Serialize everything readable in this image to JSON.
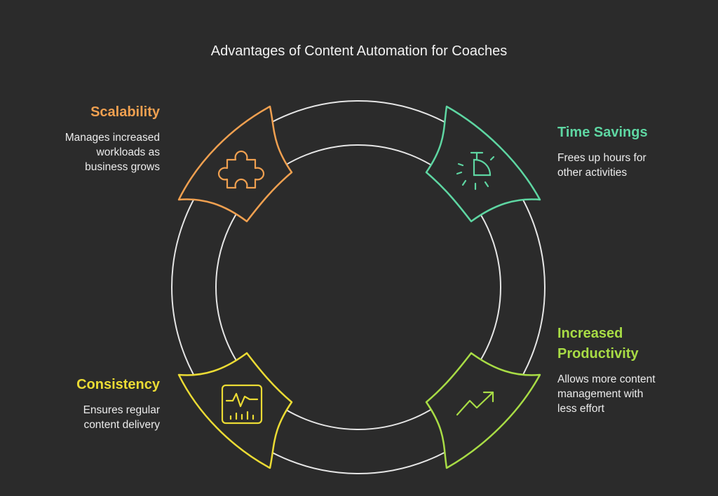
{
  "title": "Advantages of Content Automation for Coaches",
  "colors": {
    "background": "#2b2b2b",
    "ring": "#e6e6e6",
    "scalability": "#f0a050",
    "time_savings": "#5ed6a2",
    "productivity": "#a8dc45",
    "consistency": "#ebdb34"
  },
  "items": {
    "scalability": {
      "title": "Scalability",
      "desc": [
        "Manages increased",
        "workloads as",
        "business grows"
      ],
      "icon": "puzzle-piece-icon"
    },
    "time_savings": {
      "title": "Time Savings",
      "desc": [
        "Frees up hours for",
        "other activities"
      ],
      "icon": "stopwatch-icon"
    },
    "productivity": {
      "title": [
        "Increased",
        "Productivity"
      ],
      "desc": [
        "Allows more content",
        "management with",
        "less effort"
      ],
      "icon": "trending-up-icon"
    },
    "consistency": {
      "title": "Consistency",
      "desc": [
        "Ensures regular",
        "content delivery"
      ],
      "icon": "monitor-chart-icon"
    }
  }
}
